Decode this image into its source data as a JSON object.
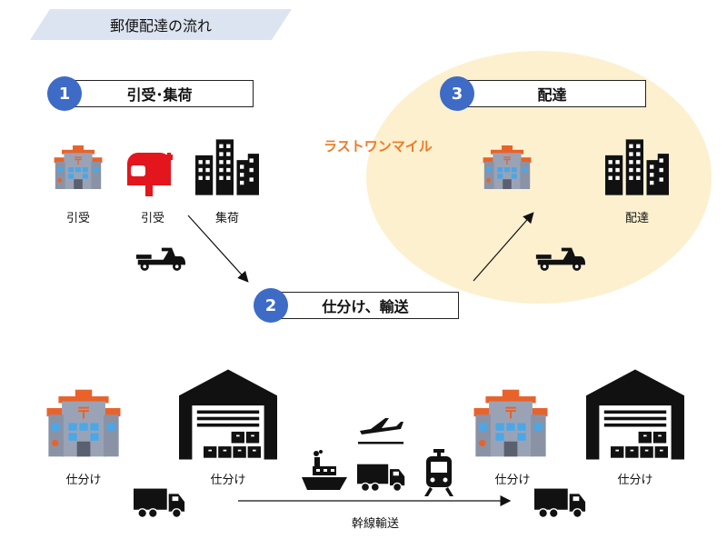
{
  "title": "郵便配達の流れ",
  "lastmile_label": "ラストワンマイル",
  "steps": [
    {
      "num": "1",
      "label": "引受･集荷"
    },
    {
      "num": "2",
      "label": "仕分け、輸送"
    },
    {
      "num": "3",
      "label": "配達"
    }
  ],
  "labels": {
    "post_office_1": "引受",
    "postbox": "引受",
    "buildings_1": "集荷",
    "buildings_3": "配達",
    "sort_post_left": "仕分け",
    "sort_wh_left": "仕分け",
    "sort_post_right": "仕分け",
    "sort_wh_right": "仕分け",
    "trunk": "幹線輸送"
  },
  "colors": {
    "accent": "#3d6bc6",
    "lastmile": "#ee7a26",
    "ellipse": "#fdf0cf",
    "header": "#dde4f1",
    "postbox": "#e2161c"
  },
  "icons": [
    "post-office-icon",
    "postbox-icon",
    "buildings-icon",
    "scooter-icon",
    "warehouse-icon",
    "truck-icon",
    "ship-icon",
    "airplane-icon",
    "train-icon"
  ]
}
